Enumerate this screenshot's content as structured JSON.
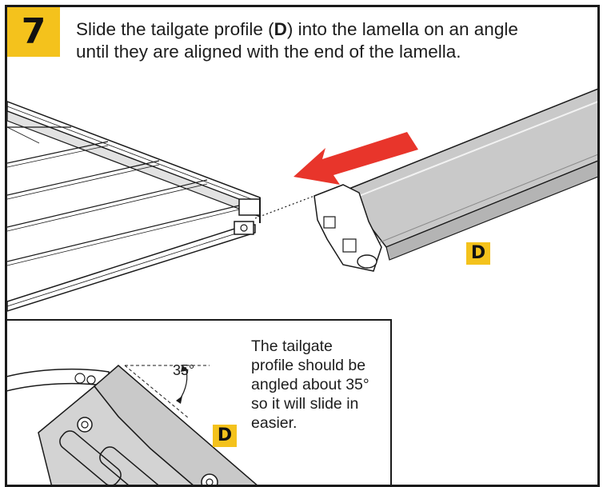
{
  "step": {
    "number": "7"
  },
  "instruction": {
    "line1_before": "Slide the tailgate profile (",
    "line1_bold": "D",
    "line1_after": ") into the lamella on an angle",
    "line2": "until they are aligned with the end of the lamella."
  },
  "main_illustration": {
    "part_label": "D",
    "arrow_color": "#e8352b"
  },
  "detail": {
    "angle_label": "35°",
    "part_label": "D",
    "note": "The tailgate profile should be angled about 35° so it will slide in easier."
  },
  "colors": {
    "accent": "#f4c21c",
    "border": "#1a1a1a",
    "arrow": "#e8352b",
    "profile": "#c9c9c9"
  }
}
